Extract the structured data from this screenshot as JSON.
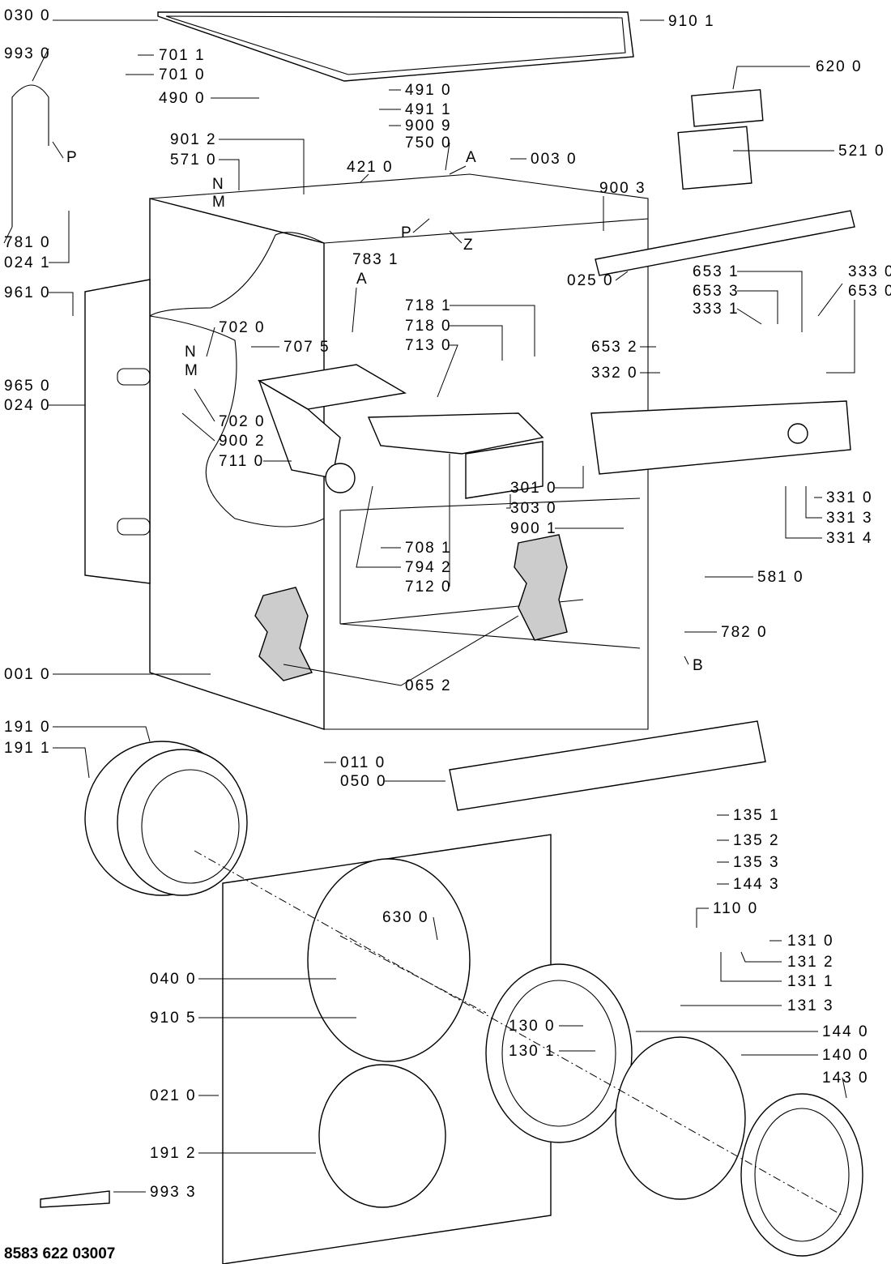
{
  "diagram": {
    "type": "exploded parts diagram",
    "document_code": "8583 622 03007",
    "part_labels": [
      "030 0",
      "910 1",
      "993 0",
      "701 1",
      "701 0",
      "620 0",
      "490 0",
      "491 0",
      "491 1",
      "900 9",
      "750 0",
      "P",
      "901 2",
      "571 0",
      "421 0",
      "A",
      "003 0",
      "521 0",
      "900 3",
      "N",
      "M",
      "P",
      "Z",
      "781 0",
      "024 1",
      "025 0",
      "653 1",
      "333 0",
      "653 3",
      "653 0",
      "961 0",
      "783 1",
      "A",
      "333 1",
      "718 1",
      "718 0",
      "713 0",
      "702 0",
      "707 5",
      "653 2",
      "332 0",
      "N",
      "M",
      "965 0",
      "024 0",
      "702 0",
      "900 2",
      "711 0",
      "301 0",
      "303 0",
      "331 0",
      "900 1",
      "331 3",
      "708 1",
      "331 4",
      "794 2",
      "581 0",
      "712 0",
      "782 0",
      "B",
      "001 0",
      "065 2",
      "191 0",
      "191 1",
      "011 0",
      "050 0",
      "135 1",
      "135 2",
      "135 3",
      "144 3",
      "110 0",
      "630 0",
      "131 0",
      "131 2",
      "040 0",
      "131 1",
      "131 3",
      "910 5",
      "130 0",
      "144 0",
      "130 1",
      "140 0",
      "143 0",
      "021 0",
      "191 2",
      "993 3"
    ]
  }
}
